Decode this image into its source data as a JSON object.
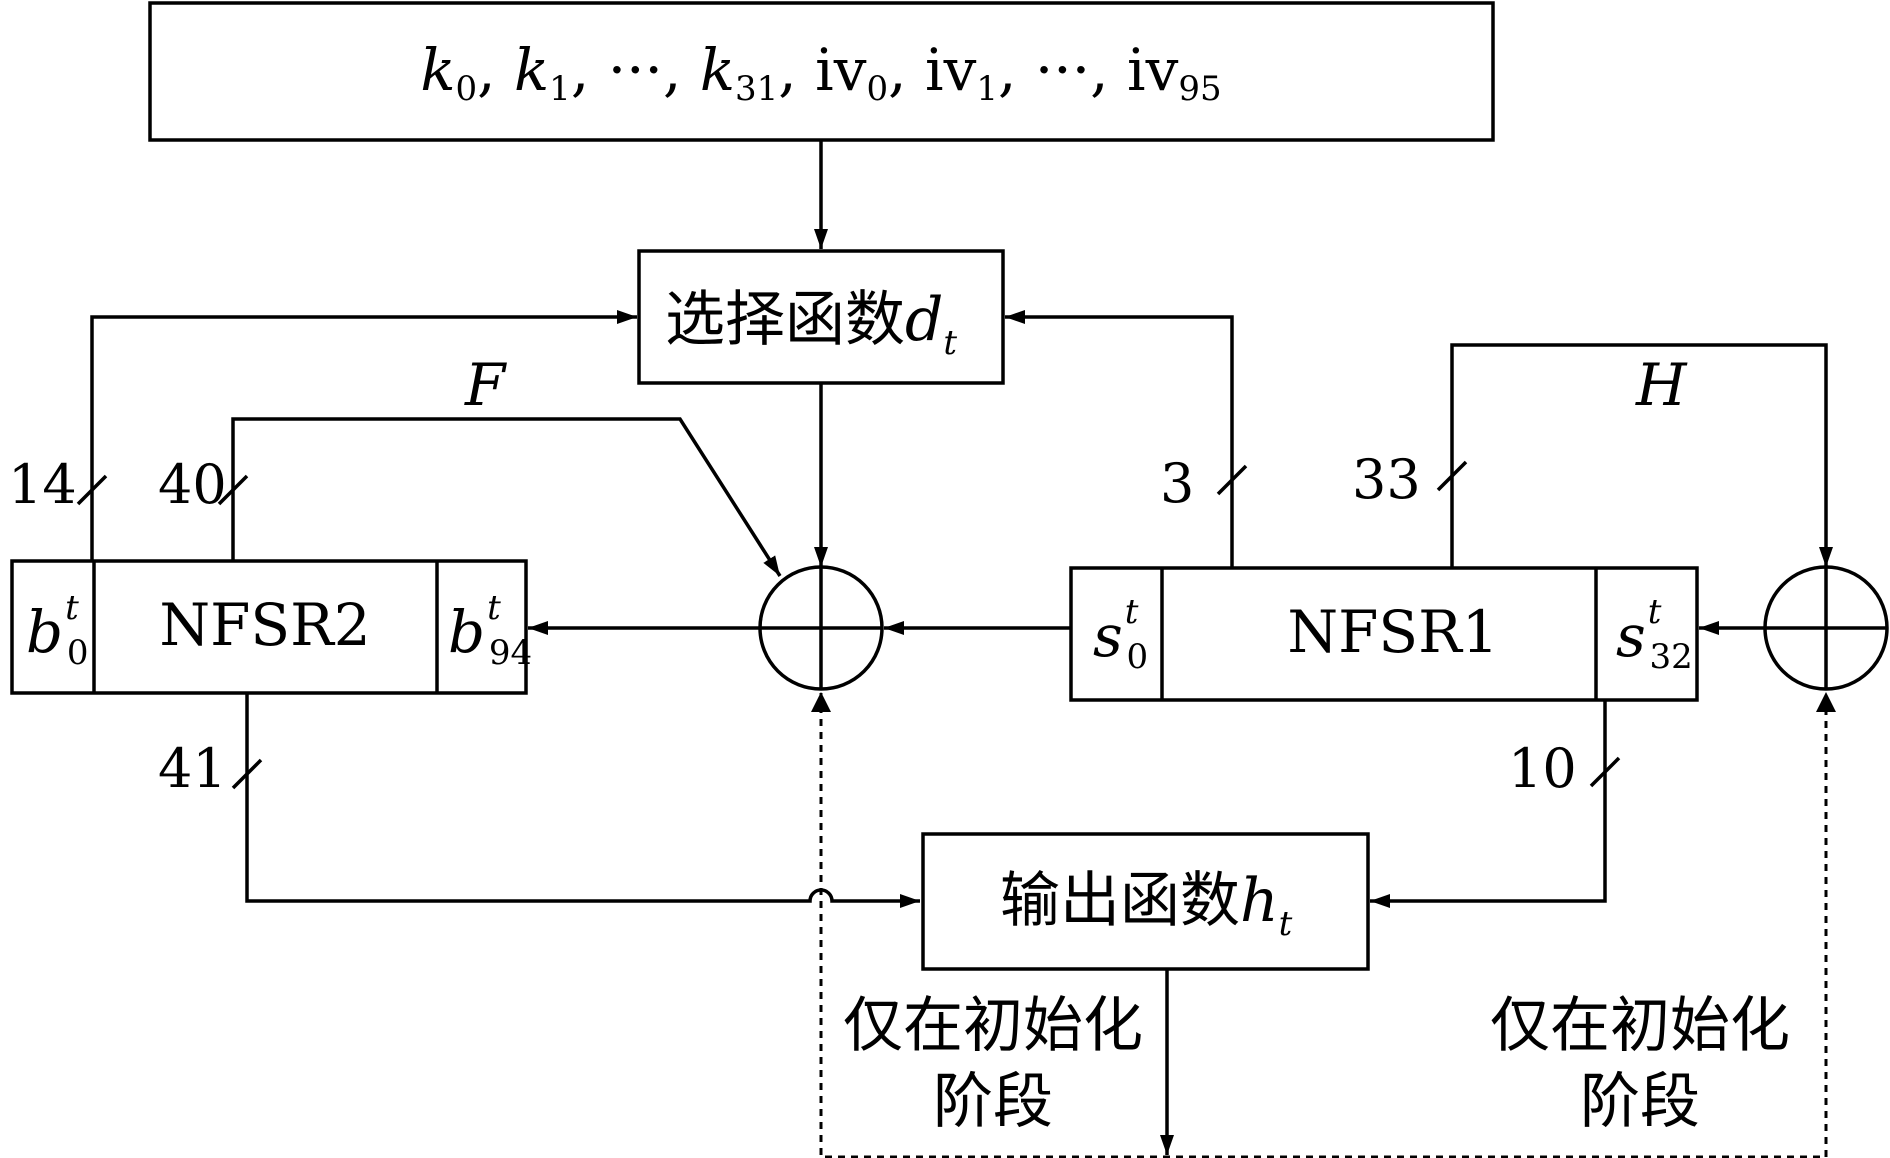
{
  "input_box": {
    "k0": "k",
    "k0_sub": "0",
    "k1": "k",
    "k1_sub": "1",
    "dots1": "···",
    "k31": "k",
    "k31_sub": "31",
    "iv0": "iv",
    "iv0_sub": "0",
    "iv1": "iv",
    "iv1_sub": "1",
    "dots2": "···",
    "iv95": "iv",
    "iv95_sub": "95"
  },
  "select_box": {
    "label": "选择函数",
    "var": "d",
    "var_sub": "t"
  },
  "output_box": {
    "label": "输出函数",
    "var": "h",
    "var_sub": "t"
  },
  "nfsr2": {
    "name": "NFSR2",
    "left_cell": "b",
    "left_sub": "0",
    "left_sup": "t",
    "right_cell": "b",
    "right_sub": "94",
    "right_sup": "t"
  },
  "nfsr1": {
    "name": "NFSR1",
    "left_cell": "s",
    "left_sub": "0",
    "left_sup": "t",
    "right_cell": "s",
    "right_sub": "32",
    "right_sup": "t"
  },
  "feedback_labels": {
    "f": "F",
    "h": "H"
  },
  "bus_widths": {
    "b14": "14",
    "b40": "40",
    "b41": "41",
    "b3": "3",
    "b33": "33",
    "b10": "10"
  },
  "init_note_left": {
    "line1": "仅在初始化",
    "line2": "阶段"
  },
  "init_note_right": {
    "line1": "仅在初始化",
    "line2": "阶段"
  }
}
